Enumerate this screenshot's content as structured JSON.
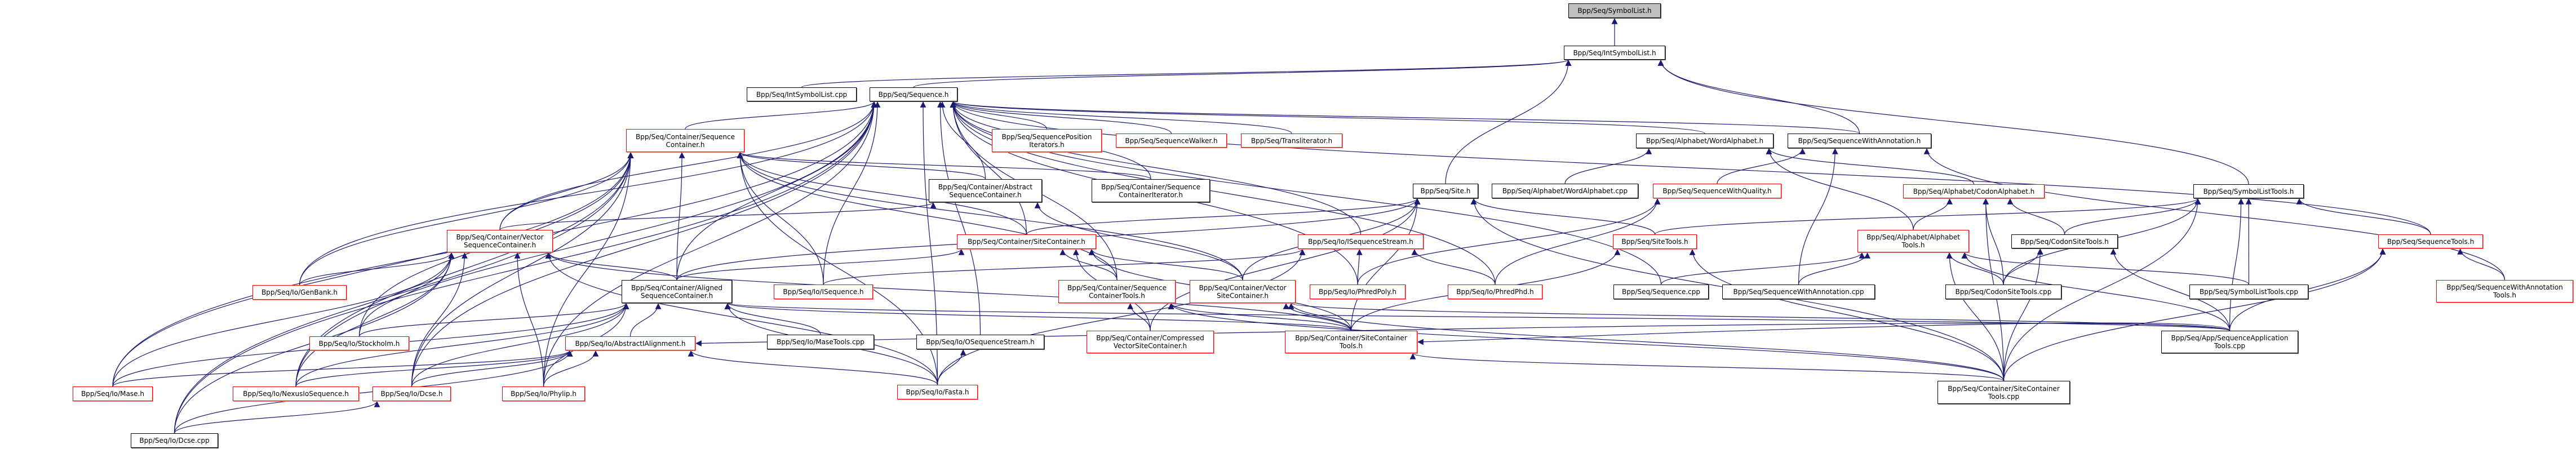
{
  "title": "Include dependency graph for Bpp/Seq/SymbolList.h",
  "colors": {
    "edge": "#191970",
    "node_border_default": "#000000",
    "node_border_incomplete": "#ff0000",
    "focus_fill": "#bfbfbf"
  },
  "nodes": [
    {
      "id": "symbollist_h",
      "label": "Bpp/Seq/SymbolList.h",
      "style": "focus"
    },
    {
      "id": "intsymbollist_h",
      "label": "Bpp/Seq/IntSymbolList.h",
      "style": "black"
    },
    {
      "id": "intsymbollist_cpp",
      "label": "Bpp/Seq/IntSymbolList.cpp",
      "style": "black"
    },
    {
      "id": "sequence_h",
      "label": "Bpp/Seq/Sequence.h",
      "style": "black"
    },
    {
      "id": "sequencecontainer_h",
      "label": "Bpp/Seq/Container/Sequence\nContainer.h",
      "style": "red"
    },
    {
      "id": "sequencepositioniterators_h",
      "label": "Bpp/Seq/SequencePosition\nIterators.h",
      "style": "red"
    },
    {
      "id": "sequencewalker_h",
      "label": "Bpp/Seq/SequenceWalker.h",
      "style": "red"
    },
    {
      "id": "transliterator_h",
      "label": "Bpp/Seq/Transliterator.h",
      "style": "red"
    },
    {
      "id": "wordalphabet_h",
      "label": "Bpp/Seq/Alphabet/WordAlphabet.h",
      "style": "black"
    },
    {
      "id": "sequencewithannotation_h",
      "label": "Bpp/Seq/SequenceWithAnnotation.h",
      "style": "black"
    },
    {
      "id": "abstractsequencecontainer_h",
      "label": "Bpp/Seq/Container/Abstract\nSequenceContainer.h",
      "style": "black"
    },
    {
      "id": "sequencecontaineriterator_h",
      "label": "Bpp/Seq/Container/Sequence\nContainerIterator.h",
      "style": "black"
    },
    {
      "id": "site_h",
      "label": "Bpp/Seq/Site.h",
      "style": "black"
    },
    {
      "id": "wordalphabet_cpp",
      "label": "Bpp/Seq/Alphabet/WordAlphabet.cpp",
      "style": "black"
    },
    {
      "id": "sequencewithquality_h",
      "label": "Bpp/Seq/SequenceWithQuality.h",
      "style": "red"
    },
    {
      "id": "codonalphabet_h",
      "label": "Bpp/Seq/Alphabet/CodonAlphabet.h",
      "style": "red"
    },
    {
      "id": "symbollisttools_h",
      "label": "Bpp/Seq/SymbolListTools.h",
      "style": "black"
    },
    {
      "id": "vectorsequencecontainer_h",
      "label": "Bpp/Seq/Container/Vector\nSequenceContainer.h",
      "style": "red"
    },
    {
      "id": "sitecontainer_h",
      "label": "Bpp/Seq/Container/SiteContainer.h",
      "style": "red"
    },
    {
      "id": "isequencestream_h",
      "label": "Bpp/Seq/Io/ISequenceStream.h",
      "style": "red"
    },
    {
      "id": "sitetools_h",
      "label": "Bpp/Seq/SiteTools.h",
      "style": "red"
    },
    {
      "id": "alphabettools_h",
      "label": "Bpp/Seq/Alphabet/Alphabet\nTools.h",
      "style": "red"
    },
    {
      "id": "codonsitetools_h",
      "label": "Bpp/Seq/CodonSiteTools.h",
      "style": "black"
    },
    {
      "id": "sequencetools_h",
      "label": "Bpp/Seq/SequenceTools.h",
      "style": "red"
    },
    {
      "id": "genbank_h",
      "label": "Bpp/Seq/Io/GenBank.h",
      "style": "red"
    },
    {
      "id": "alignedsequencecontainer_h",
      "label": "Bpp/Seq/Container/Aligned\nSequenceContainer.h",
      "style": "black"
    },
    {
      "id": "isequence_h",
      "label": "Bpp/Seq/Io/ISequence.h",
      "style": "red"
    },
    {
      "id": "sequencecontainertools_h",
      "label": "Bpp/Seq/Container/Sequence\nContainerTools.h",
      "style": "red"
    },
    {
      "id": "vectorsitecontainer_h",
      "label": "Bpp/Seq/Container/Vector\nSiteContainer.h",
      "style": "red"
    },
    {
      "id": "phredpoly_h",
      "label": "Bpp/Seq/Io/PhredPoly.h",
      "style": "red"
    },
    {
      "id": "phredphd_h",
      "label": "Bpp/Seq/Io/PhredPhd.h",
      "style": "red"
    },
    {
      "id": "sequence_cpp",
      "label": "Bpp/Seq/Sequence.cpp",
      "style": "black"
    },
    {
      "id": "sequencewithannotation_cpp",
      "label": "Bpp/Seq/SequenceWithAnnotation.cpp",
      "style": "black"
    },
    {
      "id": "codonsitetools_cpp",
      "label": "Bpp/Seq/CodonSiteTools.cpp",
      "style": "black"
    },
    {
      "id": "symbollisttools_cpp",
      "label": "Bpp/Seq/SymbolListTools.cpp",
      "style": "black"
    },
    {
      "id": "sequencewithannotationtools_h",
      "label": "Bpp/Seq/SequenceWithAnnotation\nTools.h",
      "style": "red"
    },
    {
      "id": "stockholm_h",
      "label": "Bpp/Seq/Io/Stockholm.h",
      "style": "red"
    },
    {
      "id": "abstractialignment_h",
      "label": "Bpp/Seq/Io/AbstractIAlignment.h",
      "style": "red"
    },
    {
      "id": "masetools_cpp",
      "label": "Bpp/Seq/Io/MaseTools.cpp",
      "style": "black"
    },
    {
      "id": "osequencestream_h",
      "label": "Bpp/Seq/Io/OSequenceStream.h",
      "style": "black"
    },
    {
      "id": "compressedvectorsitecontainer_h",
      "label": "Bpp/Seq/Container/Compressed\nVectorSiteContainer.h",
      "style": "red"
    },
    {
      "id": "sitecontainertools_h",
      "label": "Bpp/Seq/Container/SiteContainer\nTools.h",
      "style": "red"
    },
    {
      "id": "sequenceapplicationtools_cpp",
      "label": "Bpp/Seq/App/SequenceApplication\nTools.cpp",
      "style": "black"
    },
    {
      "id": "mase_h",
      "label": "Bpp/Seq/Io/Mase.h",
      "style": "red"
    },
    {
      "id": "nexusiosequence_h",
      "label": "Bpp/Seq/Io/NexusIoSequence.h",
      "style": "red"
    },
    {
      "id": "dcse_h",
      "label": "Bpp/Seq/Io/Dcse.h",
      "style": "red"
    },
    {
      "id": "phylip_h",
      "label": "Bpp/Seq/Io/Phylip.h",
      "style": "red"
    },
    {
      "id": "fasta_h",
      "label": "Bpp/Seq/Io/Fasta.h",
      "style": "red"
    },
    {
      "id": "sitecontainertools_cpp",
      "label": "Bpp/Seq/Container/SiteContainer\nTools.cpp",
      "style": "black"
    },
    {
      "id": "dcse_cpp",
      "label": "Bpp/Seq/Io/Dcse.cpp",
      "style": "black"
    }
  ],
  "edges": [
    [
      "intsymbollist_h",
      "symbollist_h"
    ],
    [
      "intsymbollist_cpp",
      "intsymbollist_h"
    ],
    [
      "sequence_h",
      "intsymbollist_h"
    ],
    [
      "site_h",
      "intsymbollist_h"
    ],
    [
      "sequencewithannotation_h",
      "intsymbollist_h"
    ],
    [
      "symbollisttools_h",
      "intsymbollist_h"
    ],
    [
      "sequencecontainer_h",
      "sequence_h"
    ],
    [
      "sequencepositioniterators_h",
      "sequence_h"
    ],
    [
      "sequencewalker_h",
      "sequence_h"
    ],
    [
      "transliterator_h",
      "sequence_h"
    ],
    [
      "wordalphabet_h",
      "sequence_h"
    ],
    [
      "sequencewithannotation_h",
      "sequence_h"
    ],
    [
      "abstractsequencecontainer_h",
      "sequence_h"
    ],
    [
      "sequencecontaineriterator_h",
      "sequence_h"
    ],
    [
      "vectorsequencecontainer_h",
      "sequence_h"
    ],
    [
      "sitecontainer_h",
      "sequence_h"
    ],
    [
      "isequencestream_h",
      "sequence_h"
    ],
    [
      "sequencetools_h",
      "sequence_h"
    ],
    [
      "genbank_h",
      "sequence_h"
    ],
    [
      "alignedsequencecontainer_h",
      "sequence_h"
    ],
    [
      "isequence_h",
      "sequence_h"
    ],
    [
      "sequencecontainertools_h",
      "sequence_h"
    ],
    [
      "phredpoly_h",
      "sequence_h"
    ],
    [
      "phredphd_h",
      "sequence_h"
    ],
    [
      "sequence_cpp",
      "sequence_h"
    ],
    [
      "osequencestream_h",
      "sequence_h"
    ],
    [
      "mase_h",
      "sequence_h"
    ],
    [
      "nexusiosequence_h",
      "sequence_h"
    ],
    [
      "dcse_h",
      "sequence_h"
    ],
    [
      "phylip_h",
      "sequence_h"
    ],
    [
      "fasta_h",
      "sequence_h"
    ],
    [
      "dcse_cpp",
      "sequence_h"
    ],
    [
      "abstractsequencecontainer_h",
      "sequencecontainer_h"
    ],
    [
      "sequencecontaineriterator_h",
      "sequencecontainer_h"
    ],
    [
      "vectorsequencecontainer_h",
      "sequencecontainer_h"
    ],
    [
      "sitecontainer_h",
      "sequencecontainer_h"
    ],
    [
      "genbank_h",
      "sequencecontainer_h"
    ],
    [
      "alignedsequencecontainer_h",
      "sequencecontainer_h"
    ],
    [
      "isequence_h",
      "sequencecontainer_h"
    ],
    [
      "sequencecontainertools_h",
      "sequencecontainer_h"
    ],
    [
      "vectorsitecontainer_h",
      "sequencecontainer_h"
    ],
    [
      "stockholm_h",
      "sequencecontainer_h"
    ],
    [
      "mase_h",
      "sequencecontainer_h"
    ],
    [
      "nexusiosequence_h",
      "sequencecontainer_h"
    ],
    [
      "dcse_h",
      "sequencecontainer_h"
    ],
    [
      "phylip_h",
      "sequencecontainer_h"
    ],
    [
      "fasta_h",
      "sequencecontainer_h"
    ],
    [
      "dcse_cpp",
      "sequencecontainer_h"
    ],
    [
      "wordalphabet_cpp",
      "wordalphabet_h"
    ],
    [
      "codonalphabet_h",
      "wordalphabet_h"
    ],
    [
      "alphabettools_h",
      "wordalphabet_h"
    ],
    [
      "sequencewithquality_h",
      "sequencewithannotation_h"
    ],
    [
      "sequencewithannotation_cpp",
      "sequencewithannotation_h"
    ],
    [
      "sequencewithannotationtools_h",
      "sequencewithannotation_h"
    ],
    [
      "vectorsequencecontainer_h",
      "abstractsequencecontainer_h"
    ],
    [
      "vectorsitecontainer_h",
      "abstractsequencecontainer_h"
    ],
    [
      "sitecontainer_h",
      "site_h"
    ],
    [
      "sitetools_h",
      "site_h"
    ],
    [
      "vectorsitecontainer_h",
      "site_h"
    ],
    [
      "compressedvectorsitecontainer_h",
      "site_h"
    ],
    [
      "sitecontainertools_h",
      "site_h"
    ],
    [
      "alignedsequencecontainer_h",
      "site_h"
    ],
    [
      "sitecontainertools_cpp",
      "site_h"
    ],
    [
      "phredpoly_h",
      "sequencewithquality_h"
    ],
    [
      "phredphd_h",
      "sequencewithquality_h"
    ],
    [
      "alphabettools_h",
      "codonalphabet_h"
    ],
    [
      "codonsitetools_h",
      "codonalphabet_h"
    ],
    [
      "codonsitetools_cpp",
      "codonalphabet_h"
    ],
    [
      "sitecontainertools_cpp",
      "codonalphabet_h"
    ],
    [
      "sitetools_h",
      "symbollisttools_h"
    ],
    [
      "codonsitetools_h",
      "symbollisttools_h"
    ],
    [
      "sequencetools_h",
      "symbollisttools_h"
    ],
    [
      "symbollisttools_cpp",
      "symbollisttools_h"
    ],
    [
      "codonsitetools_cpp",
      "symbollisttools_h"
    ],
    [
      "sequenceapplicationtools_cpp",
      "symbollisttools_h"
    ],
    [
      "sitecontainertools_cpp",
      "symbollisttools_h"
    ],
    [
      "alignedsequencecontainer_h",
      "vectorsequencecontainer_h"
    ],
    [
      "genbank_h",
      "vectorsequencecontainer_h"
    ],
    [
      "mase_h",
      "vectorsequencecontainer_h"
    ],
    [
      "nexusiosequence_h",
      "vectorsequencecontainer_h"
    ],
    [
      "dcse_h",
      "vectorsequencecontainer_h"
    ],
    [
      "phylip_h",
      "vectorsequencecontainer_h"
    ],
    [
      "fasta_h",
      "vectorsequencecontainer_h"
    ],
    [
      "dcse_cpp",
      "vectorsequencecontainer_h"
    ],
    [
      "stockholm_h",
      "vectorsequencecontainer_h"
    ],
    [
      "sitecontainertools_h",
      "vectorsequencecontainer_h"
    ],
    [
      "alignedsequencecontainer_h",
      "sitecontainer_h"
    ],
    [
      "vectorsitecontainer_h",
      "sitecontainer_h"
    ],
    [
      "compressedvectorsitecontainer_h",
      "sitecontainer_h"
    ],
    [
      "sequencecontainertools_h",
      "sitecontainer_h"
    ],
    [
      "sitecontainertools_h",
      "sitecontainer_h"
    ],
    [
      "isequence_h",
      "isequencestream_h"
    ],
    [
      "phredpoly_h",
      "isequencestream_h"
    ],
    [
      "phredphd_h",
      "isequencestream_h"
    ],
    [
      "fasta_h",
      "isequencestream_h"
    ],
    [
      "sitecontainertools_h",
      "sitetools_h"
    ],
    [
      "sitecontainertools_cpp",
      "sitetools_h"
    ],
    [
      "sequence_cpp",
      "alphabettools_h"
    ],
    [
      "sequencewithannotation_cpp",
      "alphabettools_h"
    ],
    [
      "codonsitetools_cpp",
      "alphabettools_h"
    ],
    [
      "symbollisttools_cpp",
      "alphabettools_h"
    ],
    [
      "sequenceapplicationtools_cpp",
      "alphabettools_h"
    ],
    [
      "sitecontainertools_cpp",
      "alphabettools_h"
    ],
    [
      "codonsitetools_cpp",
      "codonsitetools_h"
    ],
    [
      "sitecontainertools_cpp",
      "codonsitetools_h"
    ],
    [
      "sequenceapplicationtools_cpp",
      "codonsitetools_h"
    ],
    [
      "sequencewithannotationtools_h",
      "sequencetools_h"
    ],
    [
      "sequenceapplicationtools_cpp",
      "sequencetools_h"
    ],
    [
      "sitecontainertools_cpp",
      "sequencetools_h"
    ],
    [
      "stockholm_h",
      "alignedsequencecontainer_h"
    ],
    [
      "abstractialignment_h",
      "alignedsequencecontainer_h"
    ],
    [
      "masetools_cpp",
      "alignedsequencecontainer_h"
    ],
    [
      "mase_h",
      "alignedsequencecontainer_h"
    ],
    [
      "nexusiosequence_h",
      "alignedsequencecontainer_h"
    ],
    [
      "dcse_h",
      "alignedsequencecontainer_h"
    ],
    [
      "phylip_h",
      "alignedsequencecontainer_h"
    ],
    [
      "fasta_h",
      "alignedsequencecontainer_h"
    ],
    [
      "sitecontainertools_h",
      "alignedsequencecontainer_h"
    ],
    [
      "sequenceapplicationtools_cpp",
      "alignedsequencecontainer_h"
    ],
    [
      "compressedvectorsitecontainer_h",
      "sequencecontainertools_h"
    ],
    [
      "sitecontainertools_h",
      "sequencecontainertools_h"
    ],
    [
      "sitecontainertools_cpp",
      "sequencecontainertools_h"
    ],
    [
      "sitecontainertools_h",
      "vectorsitecontainer_h"
    ],
    [
      "sitecontainertools_cpp",
      "vectorsitecontainer_h"
    ],
    [
      "sequenceapplicationtools_cpp",
      "vectorsitecontainer_h"
    ],
    [
      "mase_h",
      "abstractialignment_h"
    ],
    [
      "nexusiosequence_h",
      "abstractialignment_h"
    ],
    [
      "dcse_h",
      "abstractialignment_h"
    ],
    [
      "phylip_h",
      "abstractialignment_h"
    ],
    [
      "dcse_cpp",
      "abstractialignment_h"
    ],
    [
      "fasta_h",
      "abstractialignment_h"
    ],
    [
      "sequenceapplicationtools_cpp",
      "abstractialignment_h"
    ],
    [
      "fasta_h",
      "osequencestream_h"
    ],
    [
      "sitecontainertools_cpp",
      "sitecontainertools_h"
    ],
    [
      "sequenceapplicationtools_cpp",
      "sitecontainertools_h"
    ],
    [
      "dcse_cpp",
      "dcse_h"
    ]
  ]
}
